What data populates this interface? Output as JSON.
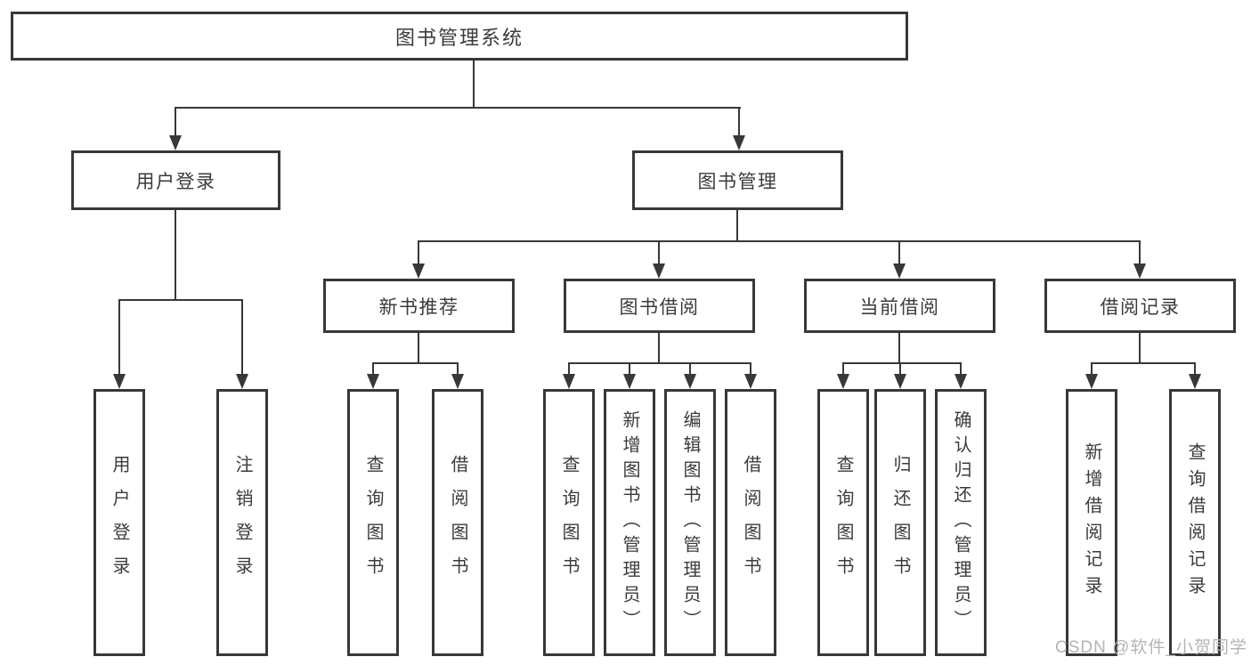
{
  "diagram": {
    "root": "图书管理系统",
    "branches": [
      {
        "label": "用户登录",
        "leaves": [
          "用户登录",
          "注销登录"
        ]
      },
      {
        "label": "图书管理",
        "groups": [
          {
            "label": "新书推荐",
            "leaves": [
              "查询图书",
              "借阅图书"
            ]
          },
          {
            "label": "图书借阅",
            "leaves": [
              "查询图书",
              "新增图书（管理员）",
              "编辑图书（管理员）",
              "借阅图书"
            ]
          },
          {
            "label": "当前借阅",
            "leaves": [
              "查询图书",
              "归还图书",
              "确认归还（管理员）"
            ]
          },
          {
            "label": "借阅记录",
            "leaves": [
              "新增借阅记录",
              "查询借阅记录"
            ]
          }
        ]
      }
    ]
  },
  "watermark": "CSDN @软件_小贺同学",
  "colors": {
    "line": "#383838",
    "text": "#3b3b3b",
    "watermark": "#b4b4b4",
    "background": "#ffffff"
  }
}
